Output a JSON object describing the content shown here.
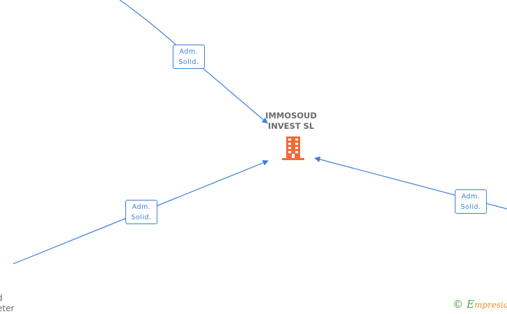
{
  "company": {
    "name_line1": "IMMOSOUD",
    "name_line2": "INVEST SL",
    "icon": "building-icon",
    "icon_color": "#f26a3b"
  },
  "relations": [
    {
      "line1": "Adm.",
      "line2": "Solid."
    },
    {
      "line1": "Adm.",
      "line2": "Solid."
    },
    {
      "line1": "Adm.",
      "line2": "Solid."
    }
  ],
  "partial_node": {
    "line1": "d",
    "line2": "eter"
  },
  "edge_color": "#3d7fd6",
  "watermark": {
    "copyright": "©",
    "brand_initial": "E",
    "brand_rest": "mpresia"
  }
}
